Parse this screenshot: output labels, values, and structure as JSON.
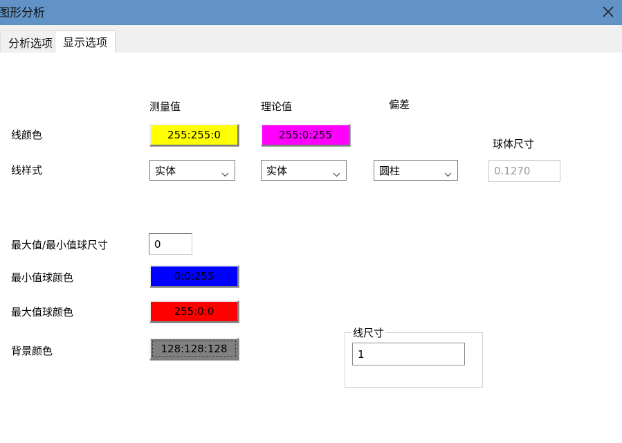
{
  "window": {
    "title": "图形分析",
    "close_icon": "close-icon"
  },
  "tabs": [
    {
      "label": "分析选项",
      "active": false
    },
    {
      "label": "显示选项",
      "active": true
    }
  ],
  "columns": {
    "measured": "测量值",
    "theoretical": "理论值",
    "deviation": "偏差"
  },
  "rows": {
    "line_color_label": "线颜色",
    "line_style_label": "线样式",
    "minmax_sphere_size_label": "最大值/最小值球尺寸",
    "min_sphere_color_label": "最小值球颜色",
    "max_sphere_color_label": "最大值球颜色",
    "background_color_label": "背景颜色"
  },
  "line_color": {
    "measured": {
      "value": "255:255:0",
      "hex": "#ffff00"
    },
    "theoretical": {
      "value": "255:0:255",
      "hex": "#ff00ff"
    }
  },
  "line_style": {
    "measured": "实体",
    "theoretical": "实体",
    "deviation": "圆柱"
  },
  "sphere_size": {
    "label": "球体尺寸",
    "value": "0.1270",
    "disabled": true
  },
  "minmax_sphere_size": {
    "value": "0"
  },
  "min_sphere_color": {
    "value": "0:0:255",
    "hex": "#0000ff"
  },
  "max_sphere_color": {
    "value": "255:0:0",
    "hex": "#ff0000"
  },
  "background_color": {
    "value": "128:128:128",
    "hex": "#808080"
  },
  "line_size": {
    "title": "线尺寸",
    "value": "1"
  },
  "colors": {
    "titlebar": "#6193c7",
    "tabstrip": "#f0f0f0",
    "content": "#ffffff"
  }
}
